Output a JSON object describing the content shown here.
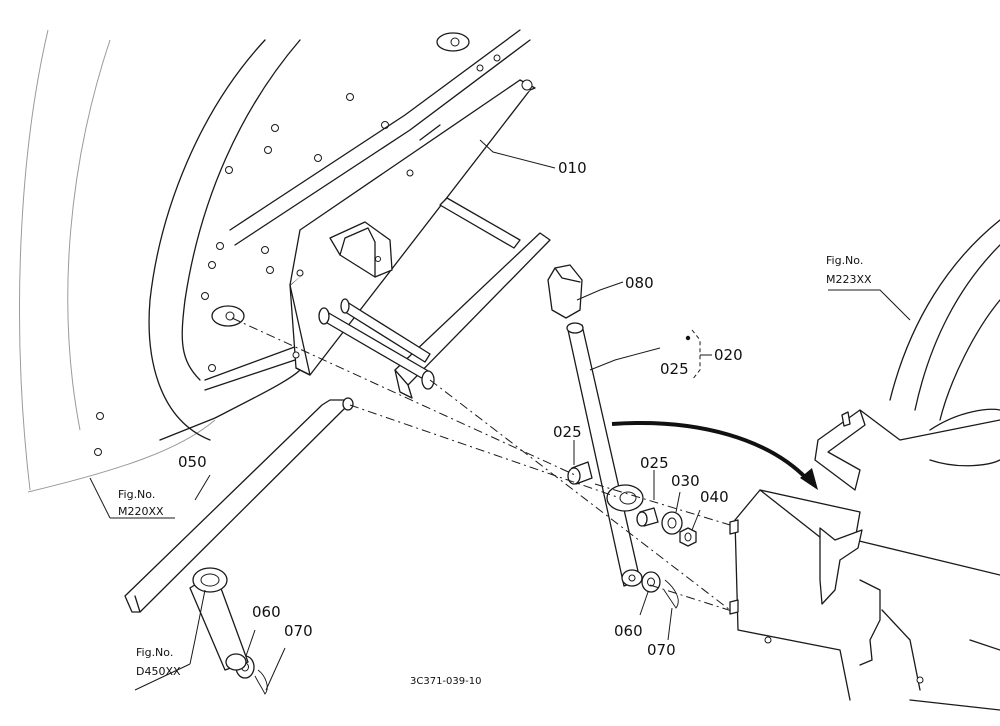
{
  "diagram": {
    "parts": [
      {
        "key": "p010",
        "number": "010"
      },
      {
        "key": "p080",
        "number": "080"
      },
      {
        "key": "p020",
        "number": "020"
      },
      {
        "key": "p025a",
        "number": "025"
      },
      {
        "key": "p025b",
        "number": "025"
      },
      {
        "key": "p025c",
        "number": "025"
      },
      {
        "key": "p030",
        "number": "030"
      },
      {
        "key": "p040",
        "number": "040"
      },
      {
        "key": "p050",
        "number": "050"
      },
      {
        "key": "p060a",
        "number": "060"
      },
      {
        "key": "p070a",
        "number": "070"
      },
      {
        "key": "p060b",
        "number": "060"
      },
      {
        "key": "p070b",
        "number": "070"
      }
    ],
    "figure_refs": {
      "m223": {
        "line1": "Fig.No.",
        "line2": "M223XX"
      },
      "m220": {
        "line1": "Fig.No.",
        "line2": "M220XX"
      },
      "d450": {
        "line1": "Fig.No.",
        "line2": "D450XX"
      }
    },
    "drawing_code": "3C371-039-10"
  }
}
